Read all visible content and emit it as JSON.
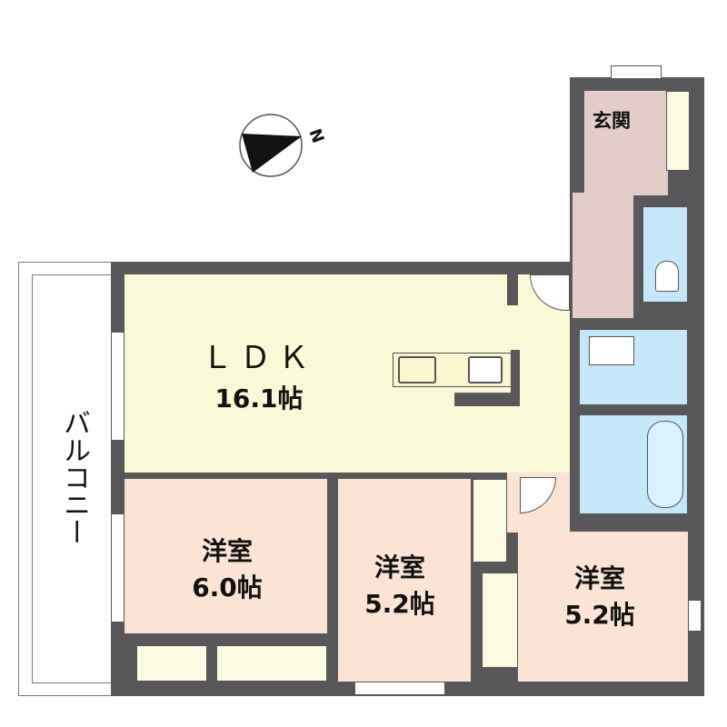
{
  "compass": {
    "label": "N"
  },
  "balcony": {
    "label": "バルコニー"
  },
  "rooms": {
    "ldk": {
      "name": "ＬＤＫ",
      "size": "16.1帖"
    },
    "bedroom1": {
      "name": "洋室",
      "size": "6.0帖"
    },
    "bedroom2": {
      "name": "洋室",
      "size": "5.2帖"
    },
    "bedroom3": {
      "name": "洋室",
      "size": "5.2帖"
    },
    "entrance": {
      "name": "玄関"
    }
  },
  "colors": {
    "wall": "#58585a",
    "ldk": "#f9f9d7",
    "bedroom": "#fbe4d5",
    "entrance": "#e4cdc9",
    "wet_area": "#c6e6fa"
  }
}
